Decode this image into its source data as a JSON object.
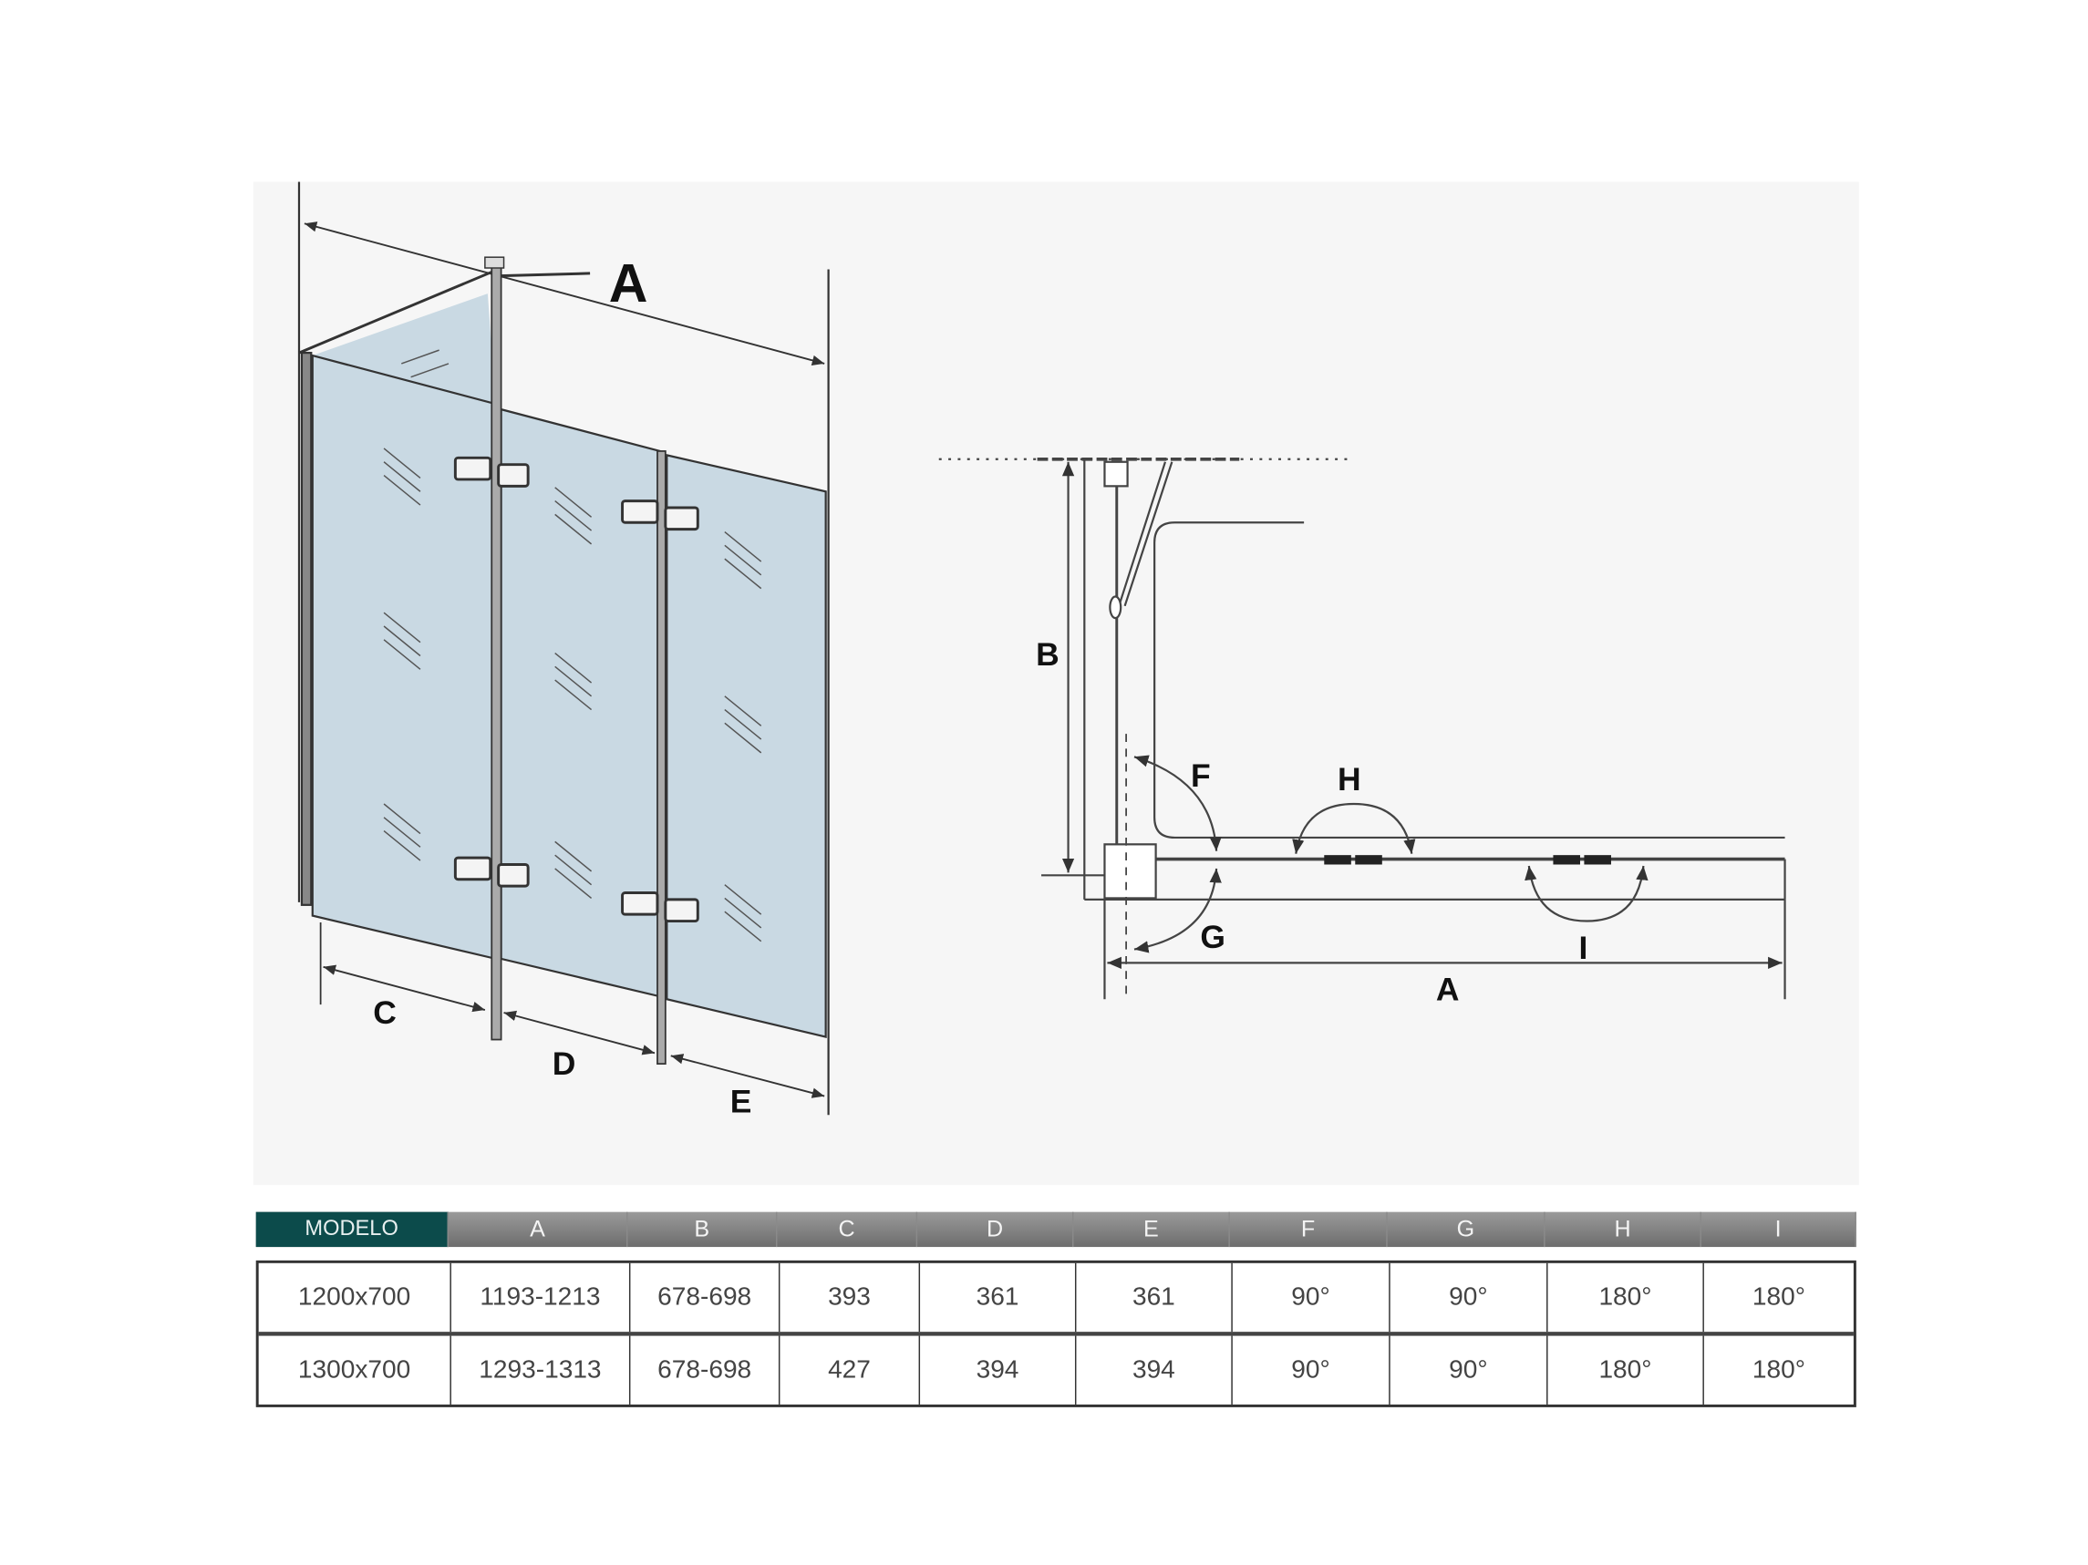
{
  "diagram": {
    "perspective_labels": {
      "A": "A",
      "C": "C",
      "D": "D",
      "E": "E"
    },
    "plan_labels": {
      "A": "A",
      "B": "B",
      "F": "F",
      "G": "G",
      "H": "H",
      "I": "I"
    },
    "colors": {
      "glass": "#c9d9e3",
      "line": "#333333",
      "model_header": "#0c4b4b"
    }
  },
  "table": {
    "headers": [
      "MODELO",
      "A",
      "B",
      "C",
      "D",
      "E",
      "F",
      "G",
      "H",
      "I"
    ],
    "rows": [
      [
        "1200x700",
        "1193-1213",
        "678-698",
        "393",
        "361",
        "361",
        "90°",
        "90°",
        "180°",
        "180°"
      ],
      [
        "1300x700",
        "1293-1313",
        "678-698",
        "427",
        "394",
        "394",
        "90°",
        "90°",
        "180°",
        "180°"
      ]
    ]
  }
}
